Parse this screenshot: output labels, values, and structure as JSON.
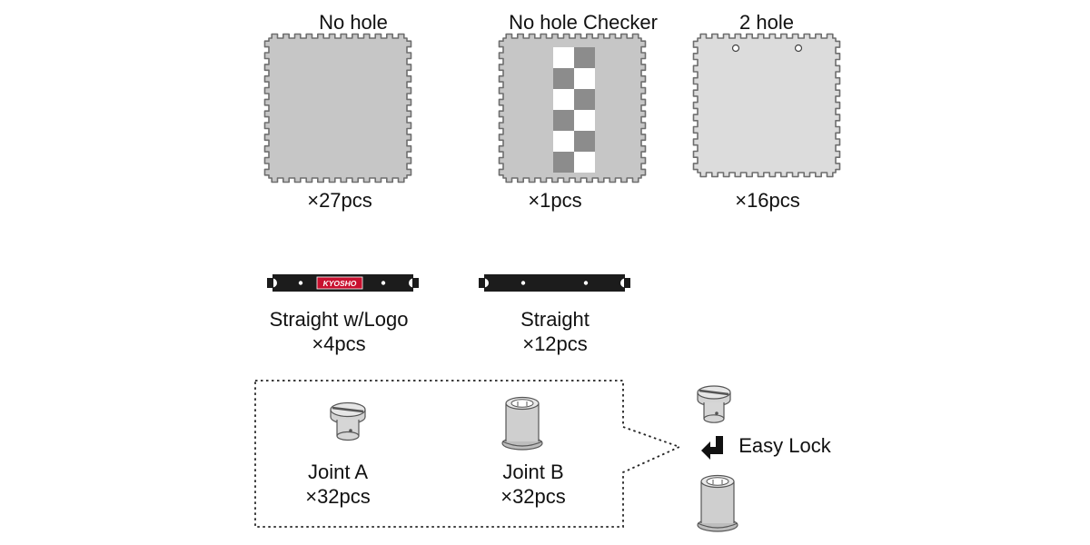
{
  "tiles": [
    {
      "title": "No hole",
      "qty": "×27pcs"
    },
    {
      "title": "No hole Checker",
      "qty": "×1pcs"
    },
    {
      "title": "2 hole",
      "qty": "×16pcs"
    }
  ],
  "straights": [
    {
      "title": "Straight w/Logo",
      "qty": "×4pcs",
      "logo": "KYOSHO"
    },
    {
      "title": "Straight",
      "qty": "×12pcs"
    }
  ],
  "joints": [
    {
      "title": "Joint A",
      "qty": "×32pcs"
    },
    {
      "title": "Joint B",
      "qty": "×32pcs"
    }
  ],
  "easy_lock": {
    "label": "Easy Lock"
  },
  "colors": {
    "tile_dark": "#c6c6c6",
    "tile_light": "#dcdcdc",
    "checker_dark": "#8c8c8c",
    "rail": "#1c1c1c",
    "logo_red": "#c8102e"
  }
}
